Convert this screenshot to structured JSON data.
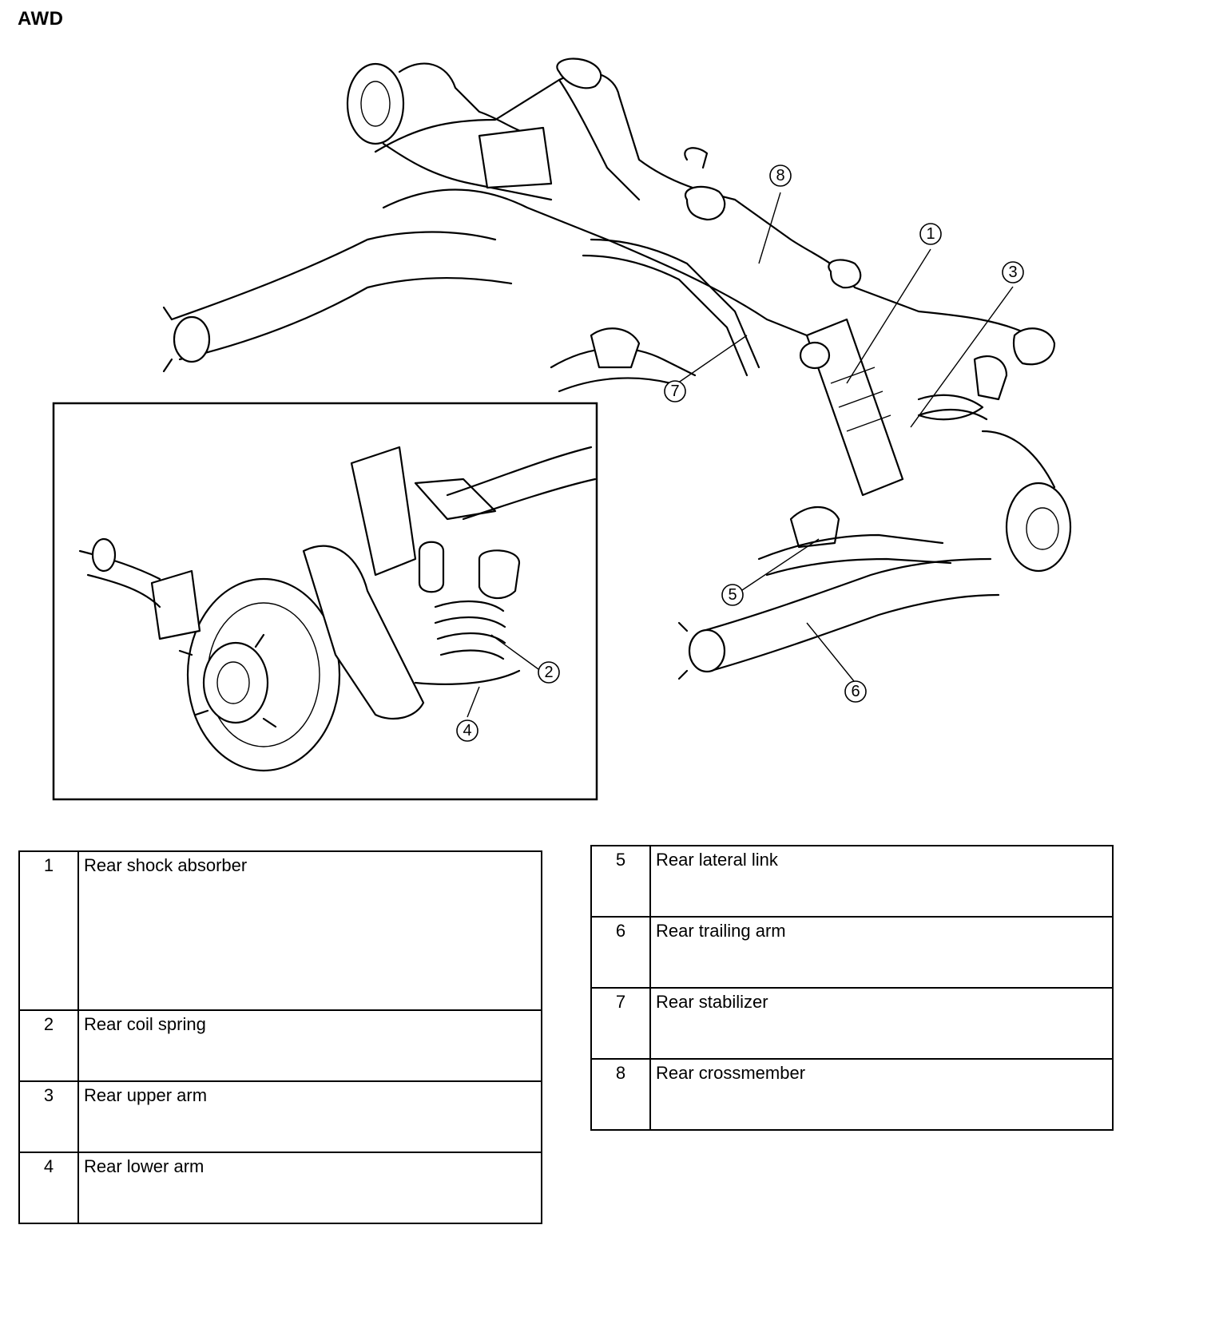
{
  "heading": "AWD",
  "callouts": [
    "1",
    "2",
    "3",
    "4",
    "5",
    "6",
    "7",
    "8"
  ],
  "legend_left": [
    {
      "num": "1",
      "label": "Rear shock absorber"
    },
    {
      "num": "2",
      "label": "Rear coil spring"
    },
    {
      "num": "3",
      "label": "Rear upper arm"
    },
    {
      "num": "4",
      "label": "Rear lower arm"
    }
  ],
  "legend_right": [
    {
      "num": "5",
      "label": "Rear lateral link"
    },
    {
      "num": "6",
      "label": "Rear trailing arm"
    },
    {
      "num": "7",
      "label": "Rear stabilizer"
    },
    {
      "num": "8",
      "label": "Rear crossmember"
    }
  ]
}
